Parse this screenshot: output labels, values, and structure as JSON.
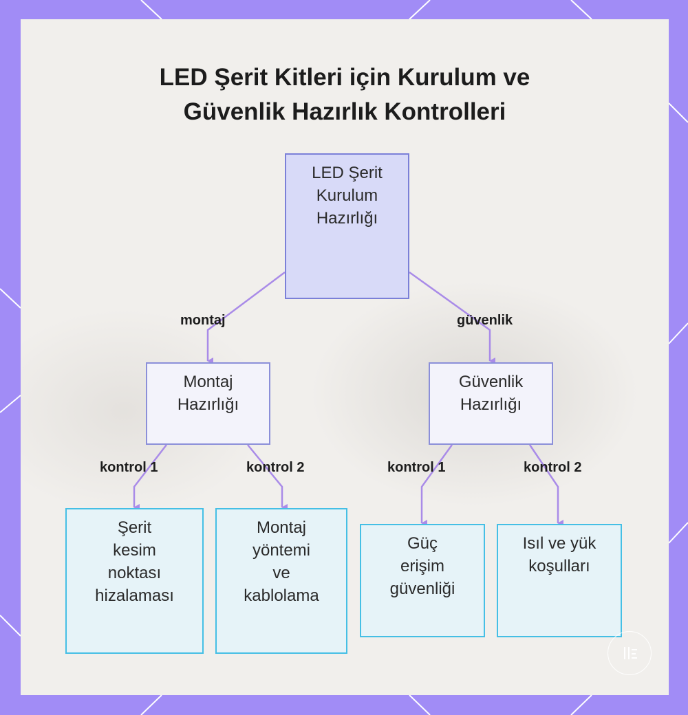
{
  "title": {
    "line1": "LED Şerit Kitleri için Kurulum ve",
    "line2": "Güvenlik Hazırlık Kontrolleri"
  },
  "nodes": {
    "root": {
      "lines": [
        "LED Şerit",
        "Kurulum",
        "Hazırlığı"
      ]
    },
    "montaj": {
      "lines": [
        "Montaj",
        "Hazırlığı"
      ]
    },
    "guvenlik": {
      "lines": [
        "Güvenlik",
        "Hazırlığı"
      ]
    },
    "serit_kesim": {
      "lines": [
        "Şerit",
        "kesim",
        "noktası",
        "hizalaması"
      ]
    },
    "montaj_yontemi": {
      "lines": [
        "Montaj",
        "yöntemi",
        "ve",
        "kablolama"
      ]
    },
    "guc_erisim": {
      "lines": [
        "Güç",
        "erişim",
        "güvenliği"
      ]
    },
    "isil_yuk": {
      "lines": [
        "Isıl ve yük",
        "koşulları"
      ]
    }
  },
  "edges": {
    "root_montaj": "montaj",
    "root_guvenlik": "güvenlik",
    "montaj_k1": "kontrol 1",
    "montaj_k2": "kontrol 2",
    "guvenlik_k1": "kontrol 1",
    "guvenlik_k2": "kontrol 2"
  },
  "colors": {
    "frame": "#a18cf6",
    "panel": "#f1efec",
    "root_fill": "#d8daf8",
    "root_border": "#7b80d8",
    "mid_fill": "#f3f3fb",
    "mid_border": "#8b8fd9",
    "leaf_fill": "#e6f3f8",
    "leaf_border": "#45bfe5",
    "connector": "#a98be8"
  }
}
